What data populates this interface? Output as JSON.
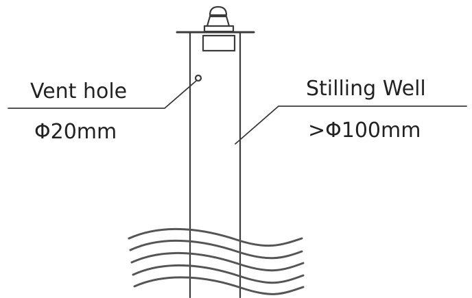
{
  "labels": {
    "vent_hole": "Vent hole",
    "vent_hole_size": "Φ20mm",
    "stilling_well": "Stilling Well",
    "stilling_well_size": ">Φ100mm"
  },
  "colors": {
    "line": "#3a3a3a",
    "text": "#222222",
    "background": "#ffffff"
  }
}
